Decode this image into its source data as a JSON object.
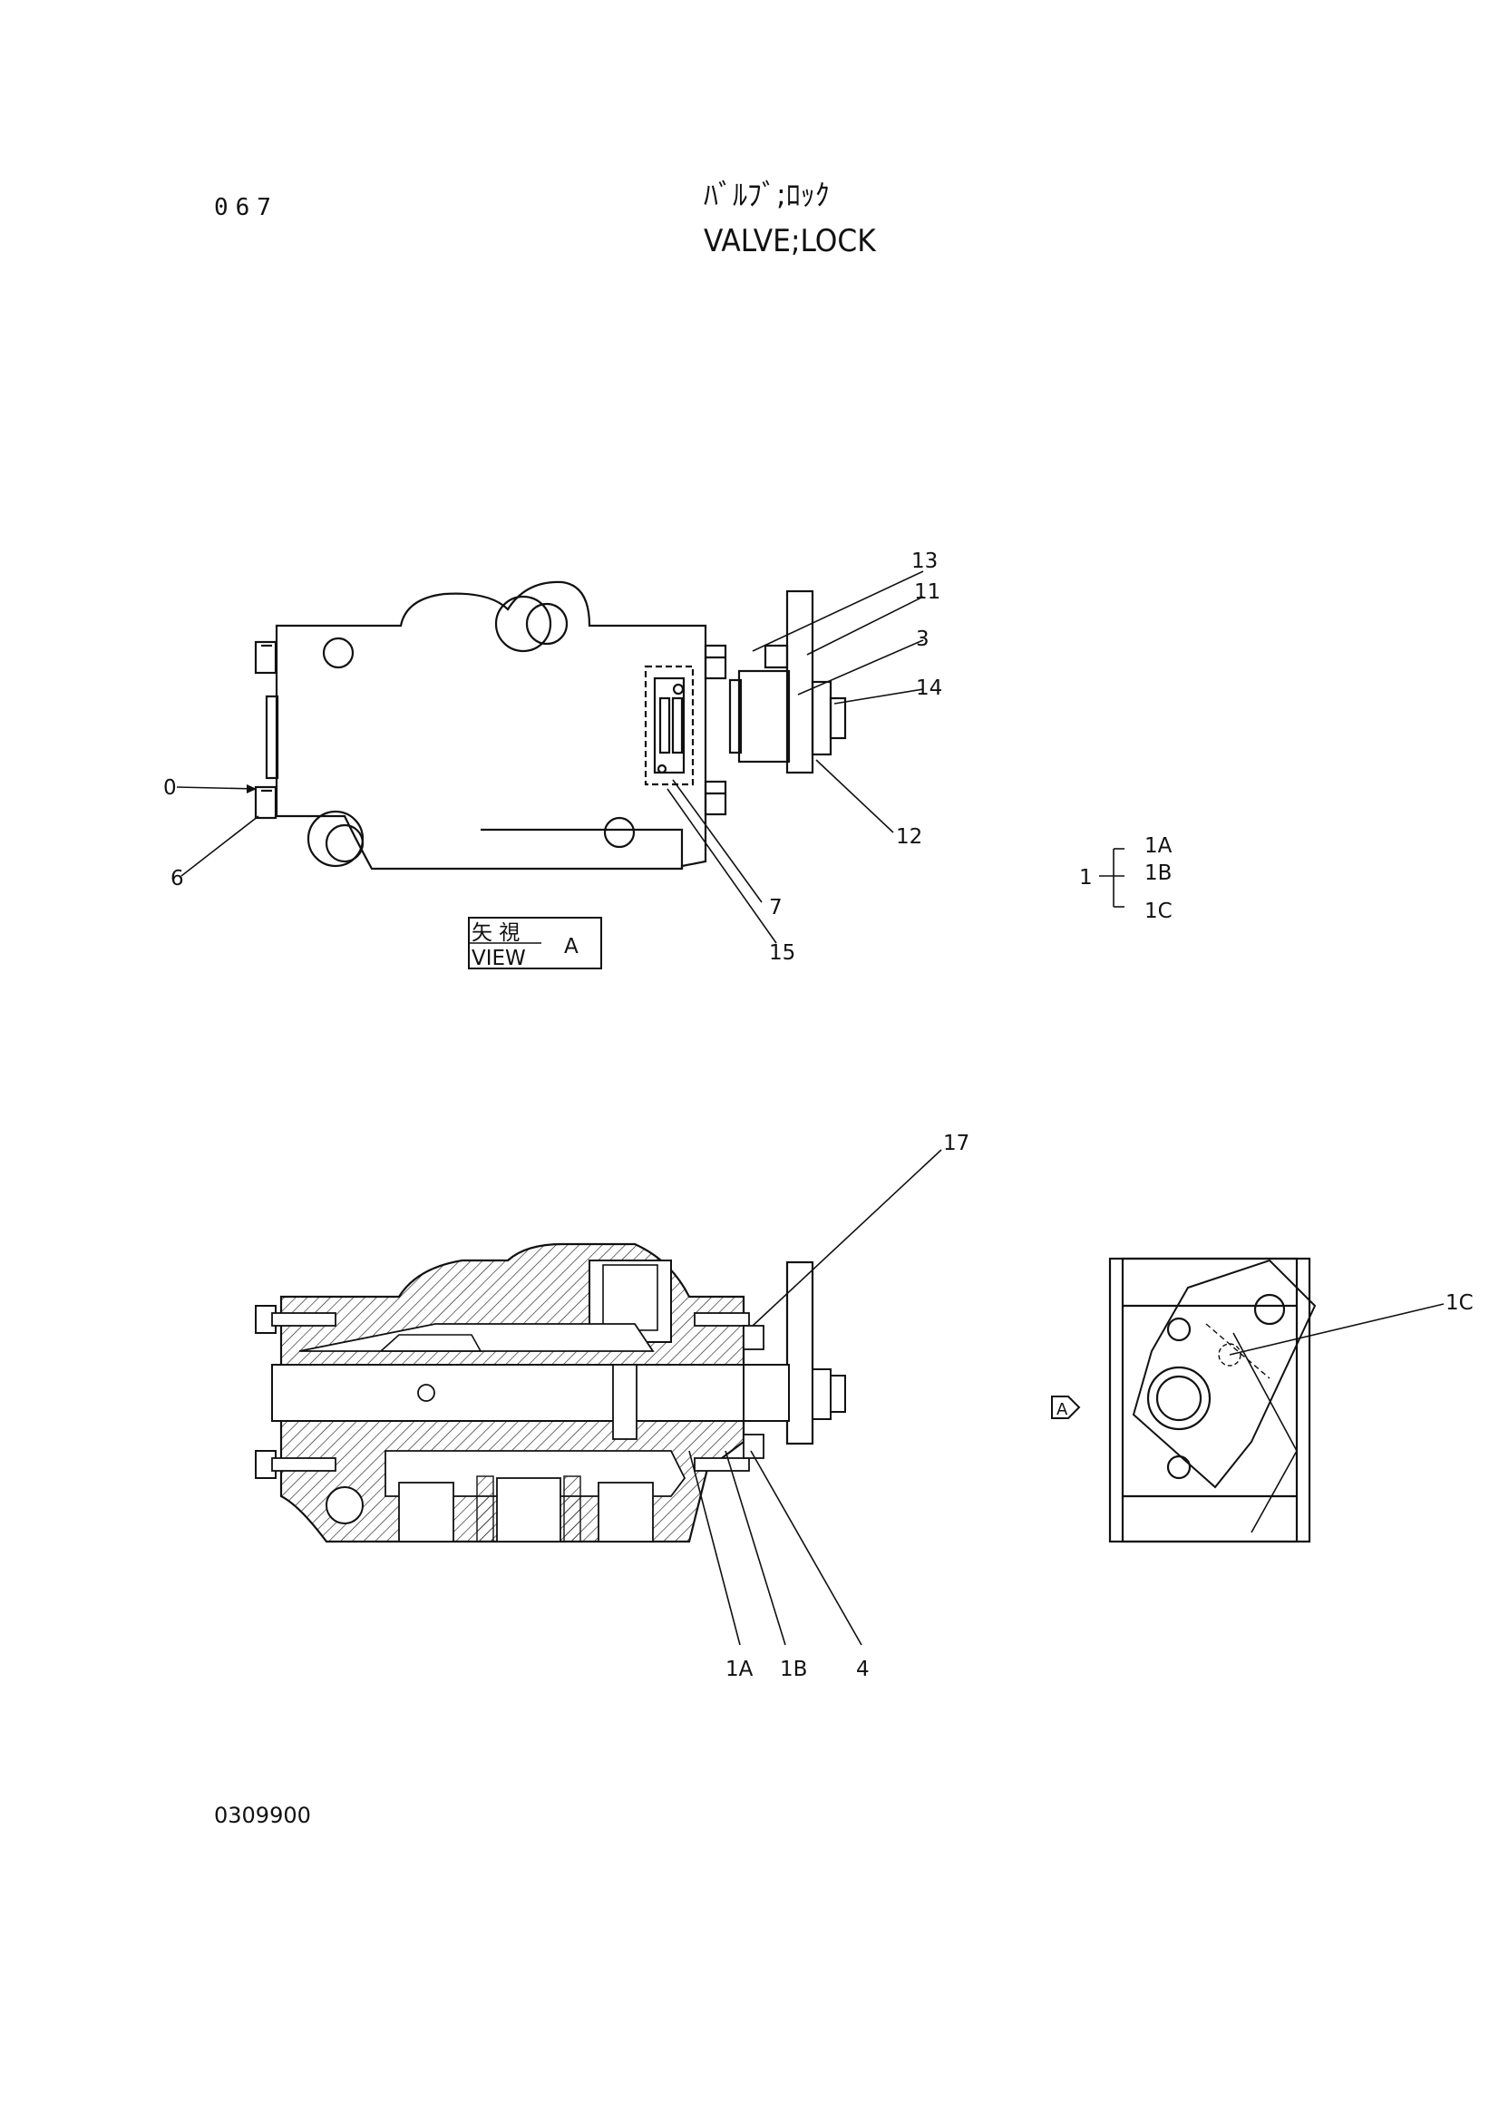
{
  "header": {
    "page_number": "067",
    "title_jp": "ﾊﾞﾙﾌﾞ;ﾛｯｸ",
    "title_en": "VALVE;LOCK"
  },
  "view_a": {
    "caption_jp": "矢 視",
    "caption_en": "VIEW",
    "caption_letter": "A",
    "callouts": [
      "13",
      "11",
      "3",
      "14",
      "12",
      "0",
      "6",
      "7",
      "15"
    ]
  },
  "parts_tree": {
    "root": "1",
    "children": [
      "1A",
      "1B",
      "1C"
    ]
  },
  "section_view": {
    "callouts": [
      "17",
      "1A",
      "1B",
      "4"
    ]
  },
  "end_view": {
    "arrow_label": "A",
    "callouts": [
      "1C"
    ]
  },
  "footer": {
    "drawing_number": "0309900"
  }
}
